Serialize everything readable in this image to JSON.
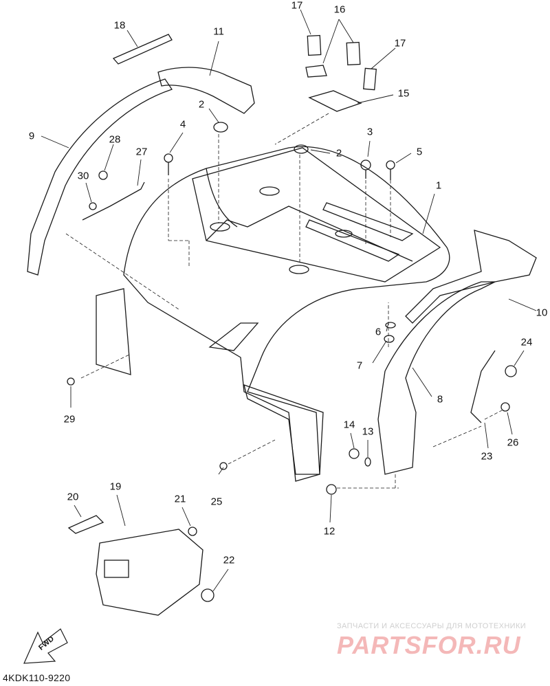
{
  "diagram": {
    "callouts": [
      {
        "id": "c1",
        "label": "1"
      },
      {
        "id": "c2a",
        "label": "2"
      },
      {
        "id": "c2b",
        "label": "2"
      },
      {
        "id": "c3",
        "label": "3"
      },
      {
        "id": "c4",
        "label": "4"
      },
      {
        "id": "c5",
        "label": "5"
      },
      {
        "id": "c6",
        "label": "6"
      },
      {
        "id": "c7",
        "label": "7"
      },
      {
        "id": "c8",
        "label": "8"
      },
      {
        "id": "c9",
        "label": "9"
      },
      {
        "id": "c10",
        "label": "10"
      },
      {
        "id": "c11",
        "label": "11"
      },
      {
        "id": "c12",
        "label": "12"
      },
      {
        "id": "c13",
        "label": "13"
      },
      {
        "id": "c14",
        "label": "14"
      },
      {
        "id": "c15",
        "label": "15"
      },
      {
        "id": "c16",
        "label": "16"
      },
      {
        "id": "c17a",
        "label": "17"
      },
      {
        "id": "c17b",
        "label": "17"
      },
      {
        "id": "c18",
        "label": "18"
      },
      {
        "id": "c19",
        "label": "19"
      },
      {
        "id": "c20",
        "label": "20"
      },
      {
        "id": "c21",
        "label": "21"
      },
      {
        "id": "c22",
        "label": "22"
      },
      {
        "id": "c23",
        "label": "23"
      },
      {
        "id": "c24",
        "label": "24"
      },
      {
        "id": "c25",
        "label": "25"
      },
      {
        "id": "c26",
        "label": "26"
      },
      {
        "id": "c27",
        "label": "27"
      },
      {
        "id": "c28",
        "label": "28"
      },
      {
        "id": "c29",
        "label": "29"
      },
      {
        "id": "c30",
        "label": "30"
      }
    ],
    "diagram_code": "4KDK110-9220",
    "fwd_label": "FWD",
    "watermark_line1": "ЗАПЧАСТИ И АКСЕССУАРЫ ДЛЯ МОТОТЕХНИКИ",
    "watermark_line2": "PARTSFOR.RU",
    "line_color": "#1a1a1a",
    "watermark_color": "#f4b8b8"
  }
}
